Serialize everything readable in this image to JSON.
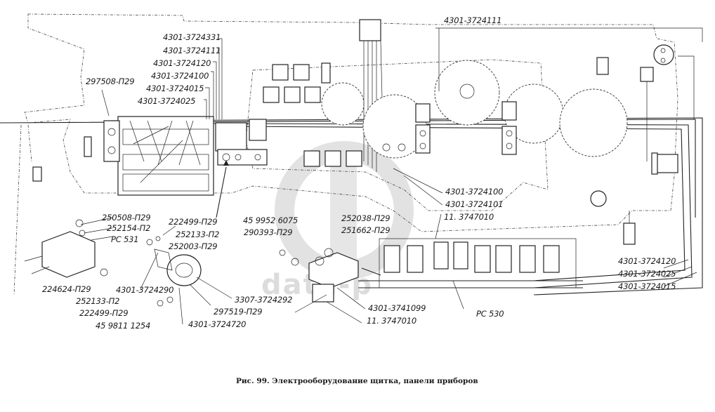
{
  "figure": {
    "caption": "Рис. 99.  Электрооборудование щитка, панели приборов",
    "watermark": "data-p"
  },
  "labels": {
    "top_left": [
      "4301-3724331",
      "4301-3724111",
      "4301-3724120",
      "4301-3724100",
      "4301-3724015",
      "4301-3724025"
    ],
    "left_bracket": "297508-П29",
    "top_right": "4301-3724111",
    "mid_right": [
      "4301-3724100",
      "4301-3724101",
      "11. 3747010"
    ],
    "bottom_right": [
      "4301-3724120",
      "4301-3724025",
      "4301-3724015"
    ],
    "relay_group": [
      "250508-П29",
      "252154-П2",
      "РС 531",
      "224624-П29"
    ],
    "clamp_group": [
      "222499-П29",
      "252133-П2",
      "252003-П29",
      "4301-3724290",
      "252133-П2",
      "222499-П29",
      "45 9811 1254",
      "3307-3724292",
      "297519-П29",
      "4301-3724720"
    ],
    "switch_group": [
      "45 9952 6075",
      "290393-П29",
      "252038-П29",
      "251662-П29",
      "4301-3741099",
      "11. 3747010"
    ],
    "relay_block": "РС 530"
  }
}
